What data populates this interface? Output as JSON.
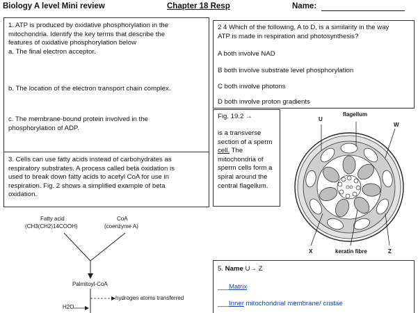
{
  "header": {
    "title": "Biology A level Mini review",
    "chapter": "Chapter 18 Resp",
    "name_label": "Name:"
  },
  "q1": {
    "intro": [
      "1. ATP is produced by oxidative phosphorylation in the",
      "mitochondria. Identify the key terms that describe the",
      "features of oxidative phosphorylation below"
    ],
    "a": "a. The final electron acceptor.",
    "b": "b. The location of the electron transport chain complex.",
    "c": [
      "c. The membrane-bound protein involved in the",
      "phosphorylation of ADP."
    ]
  },
  "q2": {
    "stem": [
      "2 4 Which of the following, A to D, is a similarity in the way",
      "ATP is made in respiration and photosynthesis?"
    ],
    "options": [
      "A both involve NAD",
      "B both involve substrate level phosphorylation",
      "C both involve photons",
      "D both involve proton gradients"
    ]
  },
  "q3": {
    "text": [
      "3. Cells can use fatty acids instead of carbohydrates as",
      "respiratory substrates. A process called beta oxidation is",
      "used to break down fatty acids to acetyl CoA for use in",
      "respiration. Fig. 2 shows a simplified example of beta",
      "oxidation."
    ]
  },
  "fig192": {
    "label": "Fig. 19.2 →",
    "lines_before": [
      "is a transverse",
      "section of a sperm"
    ],
    "cell_word": "cell.",
    "cell_rest": " The",
    "lines_after": [
      "mitochondria of",
      "sperm cells form a",
      "spiral around the",
      "central flagellum."
    ],
    "labels": {
      "flagellum": "flagellum",
      "u": "U",
      "w": "W",
      "x": "X",
      "z": "Z",
      "keratin": "keratin fibre"
    }
  },
  "beta_fig": {
    "fatty_acid": "Fatty acid",
    "fatty_formula": "(CH3(CH2)14COOH)",
    "coa": "CoA",
    "coa_sub": "(coenzyme A)",
    "palmitoyl": "Palmitoyl-CoA",
    "hydrogen": "hydrogen atoms transferred",
    "water": "H2O"
  },
  "q5": {
    "title_num": "5. ",
    "title_bold": "Name",
    "title_rest": " U→ Z",
    "answers": [
      {
        "blank": "___",
        "word": "Matrix",
        "rest": ""
      },
      {
        "blank": "___",
        "word": "Inner",
        "rest": " mitochondrial membrane/ cristae"
      }
    ]
  },
  "colors": {
    "border": "#333333",
    "answer_blue": "#1a3fb0"
  }
}
